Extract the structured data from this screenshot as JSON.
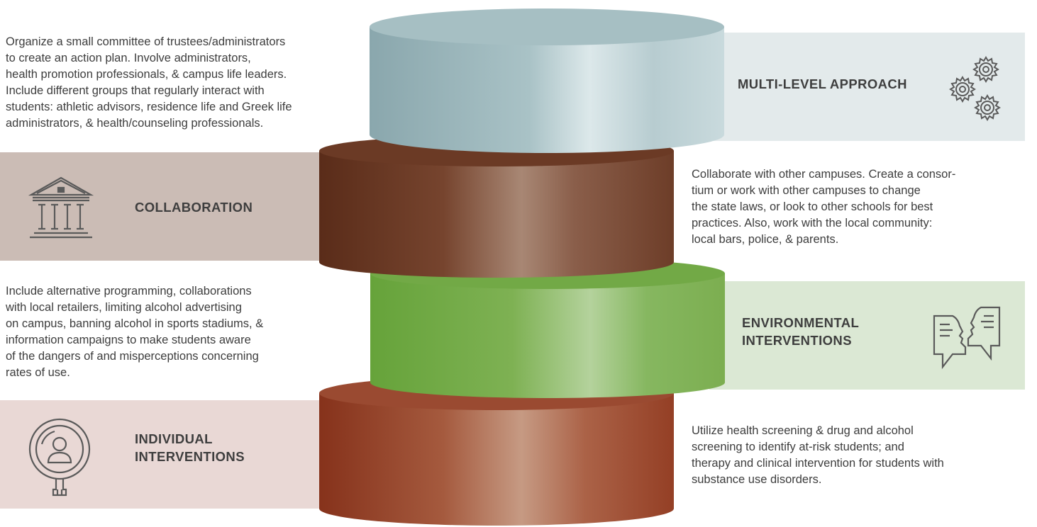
{
  "colors": {
    "collaboration_band": "#cbbcb5",
    "individual_band": "#e9d8d5",
    "multilevel_band": "#e3eaeb",
    "environmental_band": "#dbe8d4",
    "tier_blue": "#a9c3c7",
    "tier_brown": "#7a4a36",
    "tier_green": "#7db24e",
    "tier_rust": "#a5523a",
    "icon_stroke": "#5a5a5a"
  },
  "tiers": [
    {
      "id": "multi-level",
      "label": "MULTI-LEVEL APPROACH",
      "icon": "gears-icon",
      "description": "Organize a small committee of trustees/administrators\nto create an action plan. Involve administrators,\nhealth promotion professionals, & campus life leaders.\nInclude different groups that regularly interact with\nstudents: athletic advisors, residence life and Greek life\nadministrators, & health/counseling professionals."
    },
    {
      "id": "collaboration",
      "label": "COLLABORATION",
      "icon": "institution-building-icon",
      "description": "Collaborate with other campuses. Create a consor-\ntium or work with other campuses to change\nthe state laws, or look to other schools for best\npractices. Also, work with the local community:\nlocal bars, police, & parents."
    },
    {
      "id": "environmental",
      "label": "ENVIRONMENTAL\nINTERVENTIONS",
      "icon": "dialogue-heads-icon",
      "description": "Include alternative programming, collaborations\nwith local retailers, limiting alcohol advertising\non campus, banning alcohol in sports stadiums, &\ninformation campaigns to make students aware\nof the dangers of and misperceptions concerning\nrates of use."
    },
    {
      "id": "individual",
      "label": "INDIVIDUAL\nINTERVENTIONS",
      "icon": "magnified-person-icon",
      "description": "Utilize health screening & drug and alcohol\nscreening to identify at-risk students; and\ntherapy and clinical intervention for students with\nsubstance use disorders."
    }
  ]
}
